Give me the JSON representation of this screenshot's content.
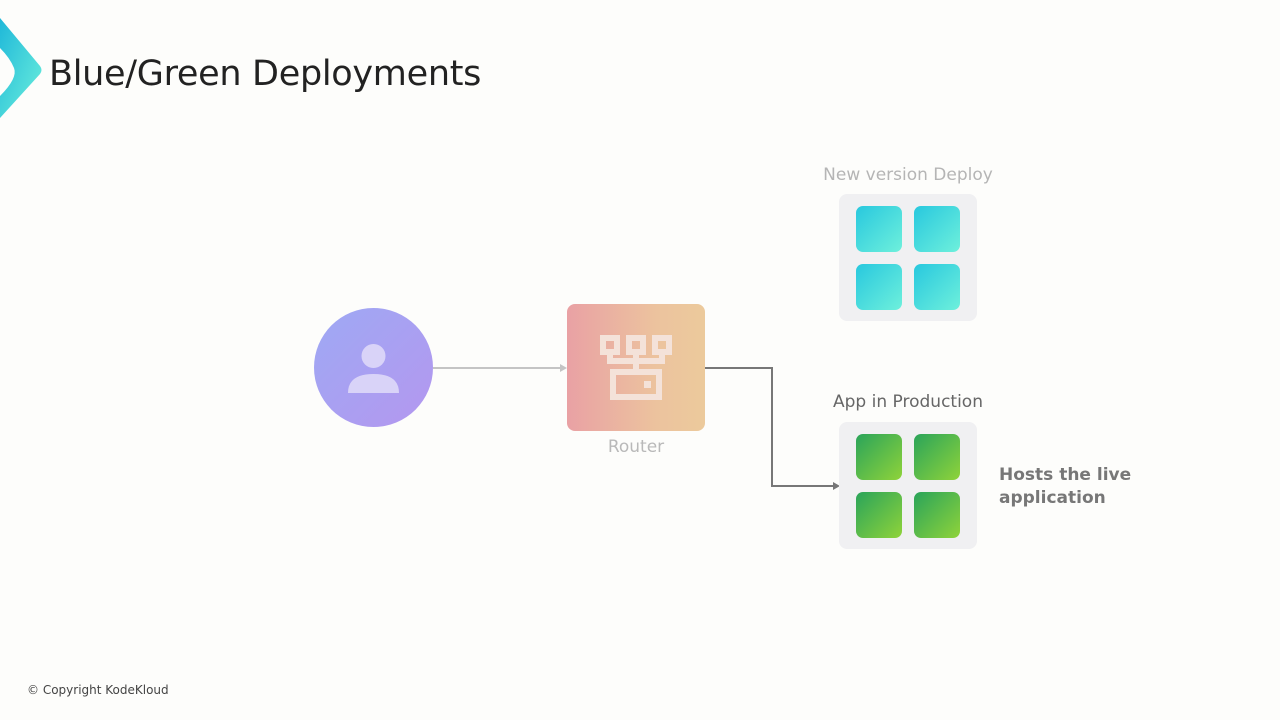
{
  "header": {
    "title": "Blue/Green Deployments",
    "logo_icon": "kodekloud-chevron-logo"
  },
  "diagram": {
    "user": {
      "icon": "user-icon"
    },
    "router": {
      "label": "Router",
      "icon": "network-router-icon"
    },
    "new_version": {
      "label": "New version Deploy",
      "tiles": 4,
      "color": "#28c8de"
    },
    "production": {
      "label": "App in Production",
      "tiles": 4,
      "color": "#2aa45a",
      "note": "Hosts the live application"
    },
    "connections": [
      {
        "from": "user",
        "to": "router"
      },
      {
        "from": "router",
        "to": "production"
      }
    ]
  },
  "footer": {
    "copyright": "© Copyright KodeKloud"
  }
}
